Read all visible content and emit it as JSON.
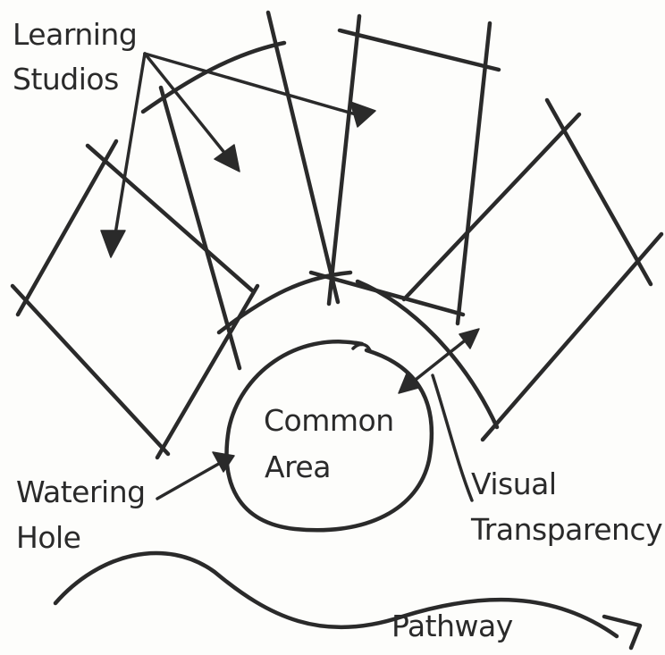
{
  "labels": {
    "learning_studios_line1": "Learning",
    "learning_studios_line2": "Studios",
    "common_area_line1": "Common",
    "common_area_line2": "Area",
    "watering_hole_line1": "Watering",
    "watering_hole_line2": "Hole",
    "visual_transparency_line1": "Visual",
    "visual_transparency_line2": "Transparency",
    "pathway": "Pathway"
  },
  "colors": {
    "ink": "#2a2a2a",
    "paper": "#fdfdfb"
  }
}
